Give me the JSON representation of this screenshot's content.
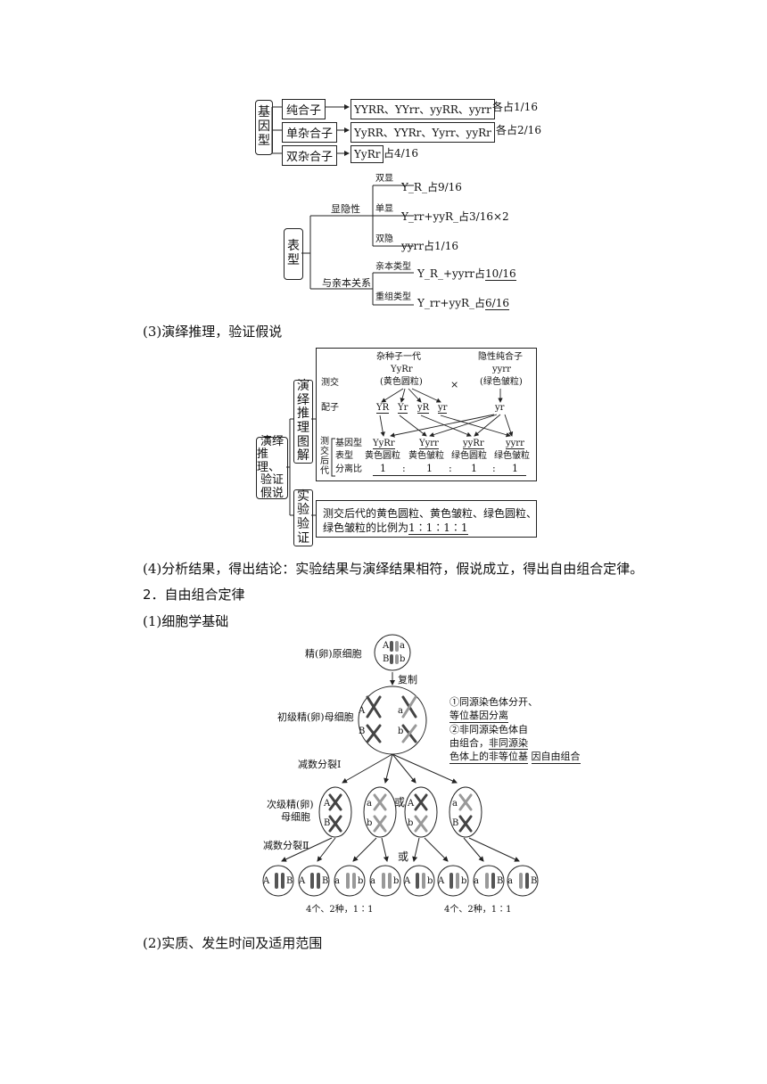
{
  "genotype": {
    "root": [
      "基",
      "因",
      "型"
    ],
    "rows": [
      {
        "label": "纯合子",
        "value": "YYRR、YYrr、yyRR、yyrr",
        "ratio": "各占1/16"
      },
      {
        "label": "单杂合子",
        "value": "YyRR、YYRr、Yyrr、yyRr",
        "ratio": "各占2/16"
      },
      {
        "label": "双杂合子",
        "value": "YyRr",
        "ratio": "占4/16"
      }
    ]
  },
  "phenotype": {
    "root": [
      "表",
      "型"
    ],
    "dominance": {
      "label": "显隐性",
      "items": [
        {
          "label": "双显",
          "value": "Y_R_占9/16"
        },
        {
          "label": "单显",
          "value": "Y_rr+yyR_占3/16×2"
        },
        {
          "label": "双隐",
          "value": "yyrr占1/16"
        }
      ]
    },
    "parental": {
      "label": "与亲本关系",
      "items": [
        {
          "label": "亲本类型",
          "value": "Y_R_+yyrr占",
          "ratio": "10/16"
        },
        {
          "label": "重组类型",
          "value": "Y_rr+yyR_占",
          "ratio": "6/16"
        }
      ]
    }
  },
  "section3": {
    "heading": "(3)演绎推理，验证假说",
    "root": [
      "演绎",
      "推理、",
      "验证",
      "假说"
    ],
    "illus_label": [
      "演",
      "绎",
      "推",
      "理",
      "图",
      "解"
    ],
    "exp_label": [
      "实",
      "验",
      "验",
      "证"
    ],
    "testcross": "测交",
    "hybrid_title": "杂种子一代",
    "hybrid_geno": "YyRr",
    "hybrid_pheno": "(黄色圆粒)",
    "cross_sign": "×",
    "recessive_title": "隐性纯合子",
    "recessive_geno": "yyrr",
    "recessive_pheno": "(绿色皱粒)",
    "gamete": "配子",
    "gametes": [
      "YR",
      "Yr",
      "yR",
      "yr"
    ],
    "rec_gamete": "yr",
    "offspring_label": [
      "测",
      "交",
      "后",
      "代"
    ],
    "genotype_label": "基因型",
    "phenotype_label": "表型",
    "ratio_label": "分离比",
    "offspring_genos": [
      "YyRr",
      "Yyrr",
      "yyRr",
      "yyrr"
    ],
    "offspring_phenos": [
      "黄色圆粒",
      "黄色皱粒",
      "绿色圆粒",
      "绿色皱粒"
    ],
    "ratios": [
      "1",
      "1",
      "1",
      "1"
    ],
    "colon": ":",
    "exp_line1": "测交后代的黄色圆粒、黄色皱粒、绿色圆粒、",
    "exp_line2_pre": "绿色皱粒的比例为",
    "exp_line2_ratio": "1∶1∶1∶1"
  },
  "para4": "(4)分析结果，得出结论：实验结果与演绎结果相符，假说成立，得出自由组合定律。",
  "section_title": "2．自由组合定律",
  "sub1": "(1)细胞学基础",
  "cell_diagram": {
    "primordial": "精(卵)原细胞",
    "replicate": "复制",
    "primary": "初级精(卵)母细胞",
    "meiosis1": "减数分裂Ⅰ",
    "secondary": [
      "次级精(卵)",
      "母细胞"
    ],
    "meiosis2": "减数分裂Ⅱ",
    "or": "或",
    "note": [
      "①同源染色体分开、",
      "等位基因分离",
      "②非同源染色体自",
      "由组合，",
      "非同源染",
      "色体上的非等位基",
      "因自由组合"
    ],
    "result_left": "4个、2种，1∶1",
    "result_right": "4个、2种，1∶1",
    "alleles": {
      "A": "A",
      "a": "a",
      "B": "B",
      "b": "b"
    }
  },
  "sub2": "(2)实质、发生时间及适用范围"
}
